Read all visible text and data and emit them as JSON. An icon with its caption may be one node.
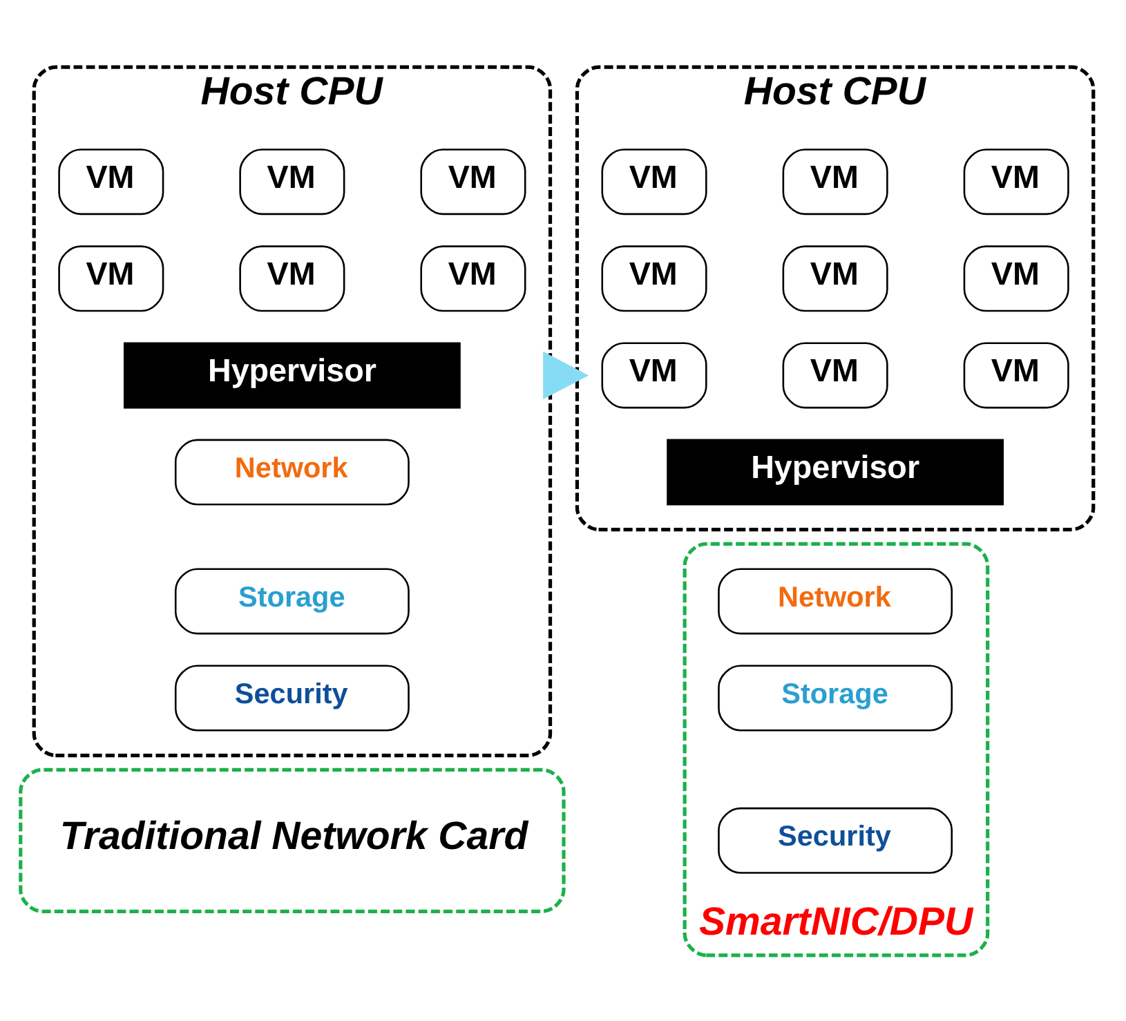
{
  "diagram": {
    "nodes": [
      {
        "text": [
          "Host CPU"
        ]
      },
      {
        "text": [
          "VM"
        ],
        "in": 0
      },
      {
        "text": [
          "VM"
        ],
        "in": 0
      },
      {
        "text": [
          "VM"
        ],
        "in": 0
      },
      {
        "text": [
          "VM"
        ],
        "in": 0
      },
      {
        "text": [
          "VM"
        ],
        "in": 0
      },
      {
        "text": [
          "VM"
        ],
        "in": 0
      },
      {
        "text": [
          "Hypervisor"
        ],
        "in": 0
      },
      {
        "text": [
          "Network"
        ],
        "in": 0
      },
      {
        "text": [
          "Storage"
        ],
        "in": 0
      },
      {
        "text": [
          "Security"
        ],
        "in": 0
      },
      {
        "text": [
          "Traditional Network Card"
        ]
      },
      {
        "text": [
          "Host CPU"
        ]
      },
      {
        "text": [
          "VM"
        ],
        "in": 12
      },
      {
        "text": [
          "VM"
        ],
        "in": 12
      },
      {
        "text": [
          "VM"
        ],
        "in": 12
      },
      {
        "text": [
          "VM"
        ],
        "in": 12
      },
      {
        "text": [
          "VM"
        ],
        "in": 12
      },
      {
        "text": [
          "VM"
        ],
        "in": 12
      },
      {
        "text": [
          "VM"
        ],
        "in": 12
      },
      {
        "text": [
          "VM"
        ],
        "in": 12
      },
      {
        "text": [
          "VM"
        ],
        "in": 12
      },
      {
        "text": [
          "Hypervisor"
        ],
        "in": 12
      },
      {
        "text": [
          "SmartNIC/DPU"
        ]
      },
      {
        "text": [
          "Network"
        ],
        "in": 23
      },
      {
        "text": [
          "Storage"
        ],
        "in": 23
      },
      {
        "text": [
          "Security"
        ],
        "in": 23
      }
    ],
    "edges": [
      {
        "from": 0,
        "to": 12,
        "arrow": "to",
        "style": "thick",
        "color": "#87dcf5"
      }
    ]
  }
}
